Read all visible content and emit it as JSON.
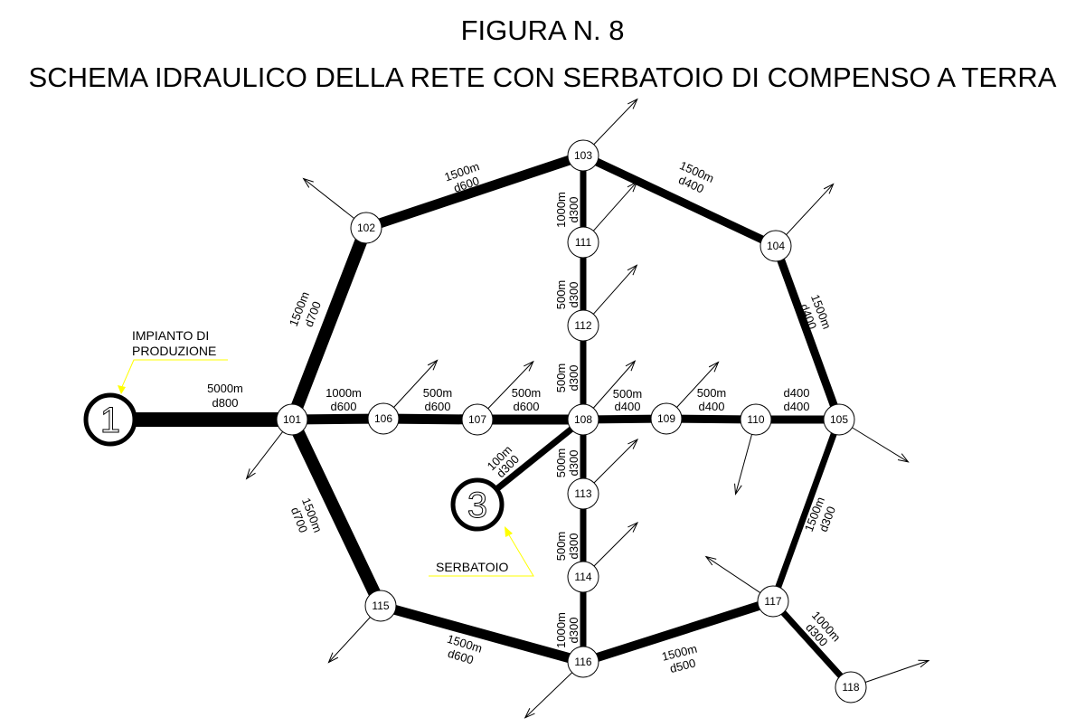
{
  "header": {
    "title": "FIGURA N. 8",
    "subtitle": "SCHEMA IDRAULICO DELLA RETE CON SERBATOIO DI COMPENSO A TERRA"
  },
  "annotations": {
    "plant_line1": "IMPIANTO DI",
    "plant_line2": "PRODUZIONE",
    "tank": "SERBATOIO"
  },
  "colors": {
    "pipe": "#000000",
    "leader": "#ffff00",
    "node_fill": "#ffffff"
  },
  "sources": [
    {
      "id": "src1",
      "label": "1"
    },
    {
      "id": "src3",
      "label": "3"
    }
  ],
  "nodes": [
    {
      "id": "101"
    },
    {
      "id": "102"
    },
    {
      "id": "103"
    },
    {
      "id": "104"
    },
    {
      "id": "105"
    },
    {
      "id": "106"
    },
    {
      "id": "107"
    },
    {
      "id": "108"
    },
    {
      "id": "109"
    },
    {
      "id": "110"
    },
    {
      "id": "111"
    },
    {
      "id": "112"
    },
    {
      "id": "113"
    },
    {
      "id": "114"
    },
    {
      "id": "115"
    },
    {
      "id": "116"
    },
    {
      "id": "117"
    },
    {
      "id": "118"
    }
  ],
  "pipes": [
    {
      "from": "src1",
      "to": "101",
      "length": "5000m",
      "diameter": "d800"
    },
    {
      "from": "101",
      "to": "102",
      "length": "1500m",
      "diameter": "d700"
    },
    {
      "from": "102",
      "to": "103",
      "length": "1500m",
      "diameter": "d600"
    },
    {
      "from": "103",
      "to": "104",
      "length": "1500m",
      "diameter": "d400"
    },
    {
      "from": "104",
      "to": "105",
      "length": "1500m",
      "diameter": "d400"
    },
    {
      "from": "101",
      "to": "106",
      "length": "1000m",
      "diameter": "d600"
    },
    {
      "from": "106",
      "to": "107",
      "length": "500m",
      "diameter": "d600"
    },
    {
      "from": "107",
      "to": "108",
      "length": "500m",
      "diameter": "d600"
    },
    {
      "from": "108",
      "to": "109",
      "length": "500m",
      "diameter": "d400"
    },
    {
      "from": "109",
      "to": "110",
      "length": "500m",
      "diameter": "d400"
    },
    {
      "from": "110",
      "to": "105",
      "length": "d400",
      "diameter": "d400"
    },
    {
      "from": "103",
      "to": "111",
      "length": "1000m",
      "diameter": "d300"
    },
    {
      "from": "111",
      "to": "112",
      "length": "500m",
      "diameter": "d300"
    },
    {
      "from": "112",
      "to": "108",
      "length": "500m",
      "diameter": "d300"
    },
    {
      "from": "108",
      "to": "113",
      "length": "500m",
      "diameter": "d300"
    },
    {
      "from": "113",
      "to": "114",
      "length": "500m",
      "diameter": "d300"
    },
    {
      "from": "114",
      "to": "116",
      "length": "1000m",
      "diameter": "d300"
    },
    {
      "from": "108",
      "to": "src3",
      "length": "100m",
      "diameter": "d300"
    },
    {
      "from": "101",
      "to": "115",
      "length": "1500m",
      "diameter": "d700"
    },
    {
      "from": "115",
      "to": "116",
      "length": "1500m",
      "diameter": "d600"
    },
    {
      "from": "116",
      "to": "117",
      "length": "1500m",
      "diameter": "d500"
    },
    {
      "from": "105",
      "to": "117",
      "length": "1500m",
      "diameter": "d300"
    },
    {
      "from": "117",
      "to": "118",
      "length": "1000m",
      "diameter": "d300"
    }
  ]
}
